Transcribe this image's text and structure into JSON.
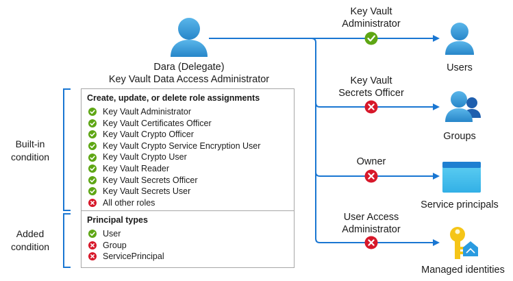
{
  "delegate": {
    "name": "Dara (Delegate)",
    "role": "Key Vault Data Access Administrator",
    "icon": "user-icon"
  },
  "conditions": {
    "builtin_label": "Built-in condition",
    "added_label": "Added condition"
  },
  "builtin_panel": {
    "title": "Create, update, or delete role assignments",
    "items": [
      {
        "label": "Key Vault Administrator",
        "allowed": true
      },
      {
        "label": "Key Vault Certificates Officer",
        "allowed": true
      },
      {
        "label": "Key Vault Crypto Officer",
        "allowed": true
      },
      {
        "label": "Key Vault Crypto Service Encryption User",
        "allowed": true
      },
      {
        "label": "Key Vault Crypto User",
        "allowed": true
      },
      {
        "label": "Key Vault Reader",
        "allowed": true
      },
      {
        "label": "Key Vault Secrets Officer",
        "allowed": true
      },
      {
        "label": "Key Vault Secrets User",
        "allowed": true
      },
      {
        "label": "All other roles",
        "allowed": false
      }
    ]
  },
  "added_panel": {
    "title": "Principal types",
    "items": [
      {
        "label": "User",
        "allowed": true
      },
      {
        "label": "Group",
        "allowed": false
      },
      {
        "label": "ServicePrincipal",
        "allowed": false
      }
    ]
  },
  "assignments": [
    {
      "role_line1": "Key Vault",
      "role_line2": "Administrator",
      "allowed": true,
      "target": "Users",
      "target_icon": "user-icon"
    },
    {
      "role_line1": "Key Vault",
      "role_line2": "Secrets Officer",
      "allowed": false,
      "target": "Groups",
      "target_icon": "group-icon"
    },
    {
      "role_line1": "Owner",
      "role_line2": "",
      "allowed": false,
      "target": "Service principals",
      "target_icon": "application-window-icon"
    },
    {
      "role_line1": "User Access",
      "role_line2": "Administrator",
      "allowed": false,
      "target": "Managed identities",
      "target_icon": "key-identity-icon"
    }
  ],
  "colors": {
    "allowed": "#5ea614",
    "denied": "#d7182a",
    "arrow": "#1976d2",
    "person": "#3aa0d9",
    "person_dark": "#1f7bbf",
    "bracket": "#1976d2",
    "key": "#f5c518"
  }
}
